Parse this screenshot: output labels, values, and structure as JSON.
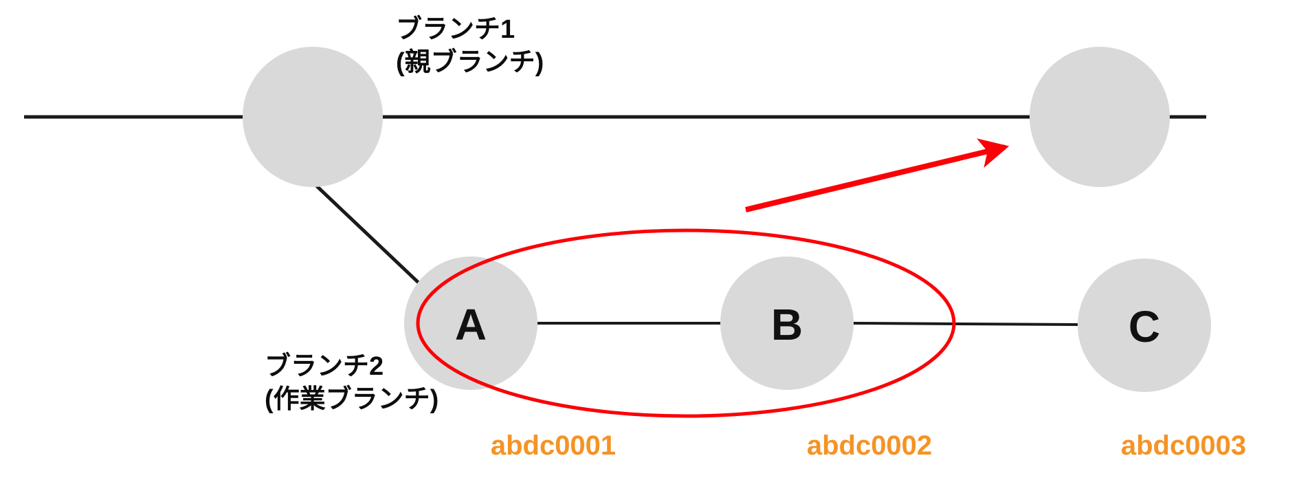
{
  "diagram": {
    "title": "Git branch merge diagram",
    "background_color": "#ffffff",
    "colors": {
      "node_fill": "#d9d9d9",
      "line": "#1a1a1a",
      "highlight": "#fb0007",
      "hash_text": "#f59324",
      "label_text": "#0d0d0d"
    },
    "branches": [
      {
        "id": "branch1",
        "label_line1": "ブランチ1",
        "label_line2": "(親ブランチ)"
      },
      {
        "id": "branch2",
        "label_line1": "ブランチ2",
        "label_line2": "(作業ブランチ)"
      }
    ],
    "parent_commits": [
      {
        "id": "parent-commit-1",
        "label": ""
      },
      {
        "id": "parent-commit-2",
        "label": ""
      }
    ],
    "work_commits": [
      {
        "id": "commit-a",
        "label": "A",
        "hash": "abdc0001"
      },
      {
        "id": "commit-b",
        "label": "B",
        "hash": "abdc0002"
      },
      {
        "id": "commit-c",
        "label": "C",
        "hash": "abdc0003"
      }
    ],
    "annotations": {
      "selection_ellipse": "highlight-ellipse-commits-a-b",
      "merge_arrow": "merge-arrow-to-parent"
    }
  }
}
